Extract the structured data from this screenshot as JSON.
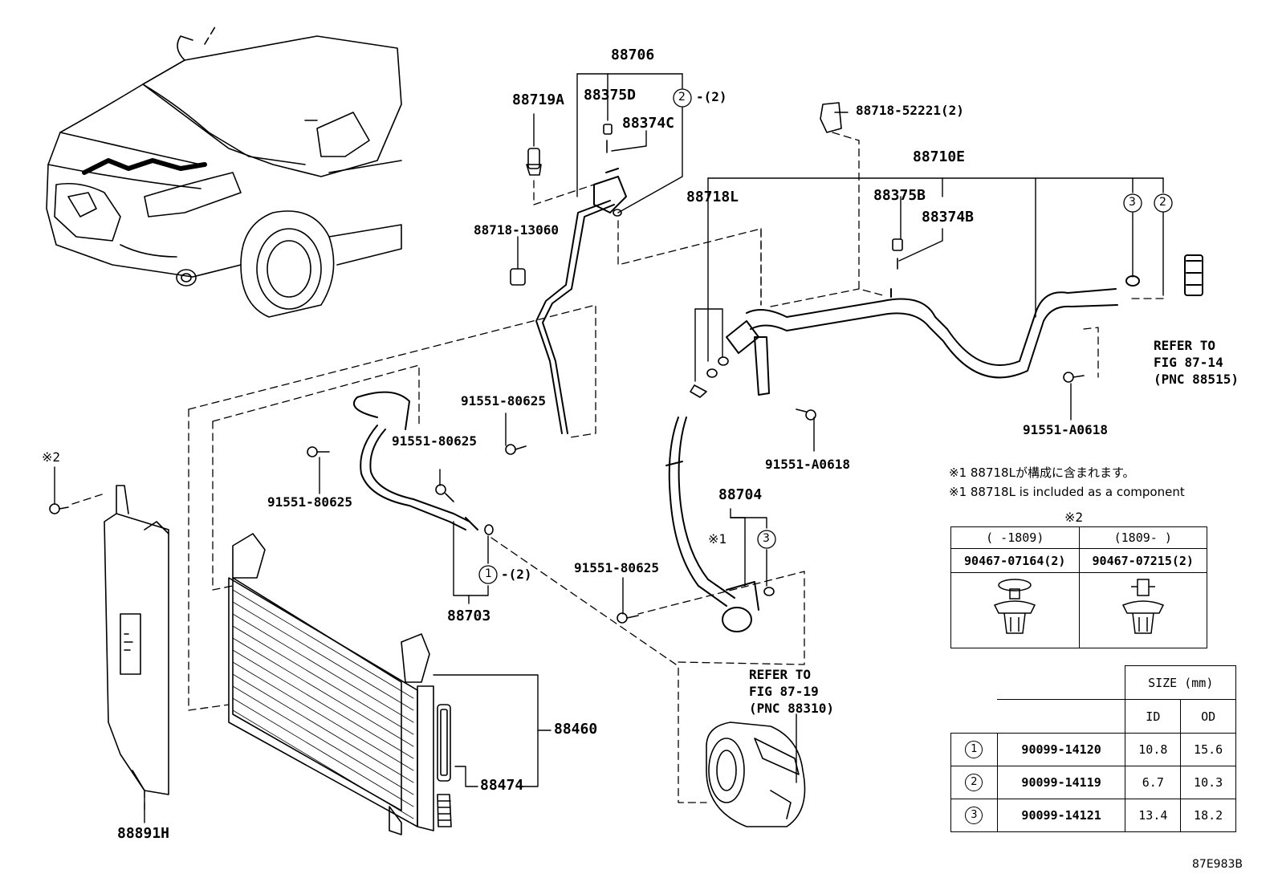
{
  "parts": {
    "p88706": "88706",
    "p88719A": "88719A",
    "p88375D": "88375D",
    "p88374C": "88374C",
    "ring2_qty_top": "-(2)",
    "p88718_13060": "88718-13060",
    "p88718_52221": "88718-52221(2)",
    "p88710E": "88710E",
    "p88718L": "88718L",
    "p88375B": "88375B",
    "p88374B": "88374B",
    "p91551_80625_a": "91551-80625",
    "p91551_80625_b": "91551-80625",
    "p91551_80625_c": "91551-80625",
    "p91551_80625_d": "91551-80625",
    "p91551_A0618_a": "91551-A0618",
    "p91551_A0618_b": "91551-A0618",
    "p88704": "88704",
    "mark1": "※1",
    "ring1_qty": "-(2)",
    "p88703": "88703",
    "p88460": "88460",
    "p88474": "88474",
    "p88891H": "88891H",
    "mark2": "※2",
    "code": "87E983B"
  },
  "refs": {
    "ref_87_14": [
      "REFER TO",
      "FIG 87-14",
      "(PNC 88515)"
    ],
    "ref_87_19": [
      "REFER TO",
      "FIG 87-19",
      "(PNC 88310)"
    ]
  },
  "notes": {
    "note_jp": "※1 88718Lが構成に含まれます。",
    "note_en": "※1 88718L is included as a component"
  },
  "clip_table": {
    "mark": "※2",
    "col1_header": "(    -1809)",
    "col2_header": "(1809-     )",
    "col1_part": "90467-07164(2)",
    "col2_part": "90467-07215(2)"
  },
  "oring_table": {
    "size_header": "SIZE (mm)",
    "id_header": "ID",
    "od_header": "OD",
    "rows": [
      {
        "no": "1",
        "part": "90099-14120",
        "id": "10.8",
        "od": "15.6"
      },
      {
        "no": "2",
        "part": "90099-14119",
        "id": "6.7",
        "od": "10.3"
      },
      {
        "no": "3",
        "part": "90099-14121",
        "id": "13.4",
        "od": "18.2"
      }
    ]
  },
  "callouts": {
    "c2_top": "2",
    "c3_right": "3",
    "c2_right": "2",
    "c1": "1",
    "c3_mid": "3"
  }
}
